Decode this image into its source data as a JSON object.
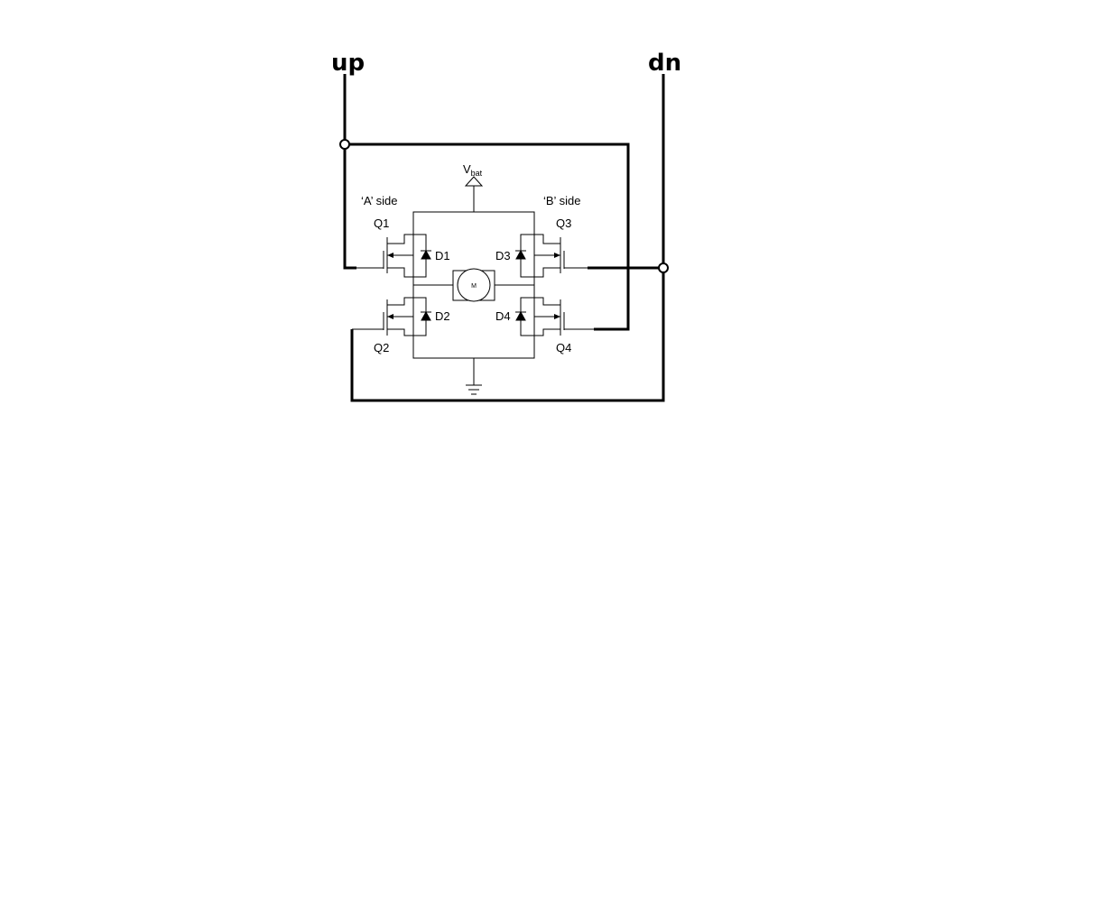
{
  "nets": {
    "up": "up",
    "dn": "dn"
  },
  "sides": {
    "a": "‘A’ side",
    "b": "‘B’ side"
  },
  "supply": {
    "main": "V",
    "sub": "bat"
  },
  "transistors": {
    "q1": "Q1",
    "q2": "Q2",
    "q3": "Q3",
    "q4": "Q4"
  },
  "diodes": {
    "d1": "D1",
    "d2": "D2",
    "d3": "D3",
    "d4": "D4"
  },
  "motor": {
    "label": "M"
  }
}
